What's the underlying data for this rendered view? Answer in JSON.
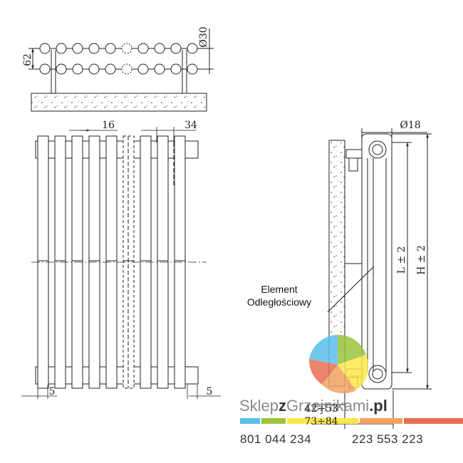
{
  "dimensions": {
    "pipe_diameter": "Ø30",
    "row_spacing": "62",
    "pipe_gap": "16",
    "pipe_pitch": "34",
    "edge_left": "5",
    "edge_right": "5",
    "connector_diameter": "Ø18",
    "length_tol": "L ± 2",
    "height_tol": "H ± 2",
    "wall_gap_1": "42÷53",
    "wall_gap_2": "73÷84"
  },
  "annotation": {
    "line1": "Element",
    "line2": "Odległościowy"
  },
  "watermark": {
    "brand_part1": "Sklep",
    "brand_part2": "z",
    "brand_part3": "Grzejnikami",
    "brand_part4": ".pl",
    "phone_left": "801 044 234",
    "phone_right": "223 553 223",
    "colors": [
      "#5bc0eb",
      "#9bc53d",
      "#fde74c",
      "#f4a261",
      "#e76f51"
    ]
  }
}
